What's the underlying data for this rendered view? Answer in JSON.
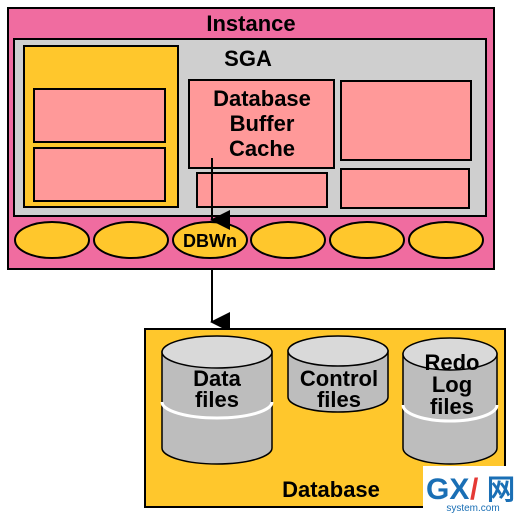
{
  "instance": {
    "title": "Instance"
  },
  "sga": {
    "title": "SGA",
    "buffer_cache": {
      "line1": "Database",
      "line2": "Buffer",
      "line3": "Cache"
    }
  },
  "processes": {
    "dbwn": "DBWn"
  },
  "database": {
    "title": "Database",
    "files": {
      "data": {
        "line1": "Data",
        "line2": "files"
      },
      "control": {
        "line1": "Control",
        "line2": "files"
      },
      "redo": {
        "line1": "Redo",
        "line2": "Log",
        "line3": "files"
      }
    }
  },
  "watermark": {
    "gxi": "GX",
    "slash": "/",
    "wang": "网",
    "domain": "system.com"
  },
  "colors": {
    "instance_fill": "#f06ca0",
    "sga_fill": "#cfcfcf",
    "yellow": "#ffc72c",
    "pink_box": "#ff9999",
    "cylinder": "#bdbdbd",
    "cylinder_top": "#d9d9d9"
  }
}
